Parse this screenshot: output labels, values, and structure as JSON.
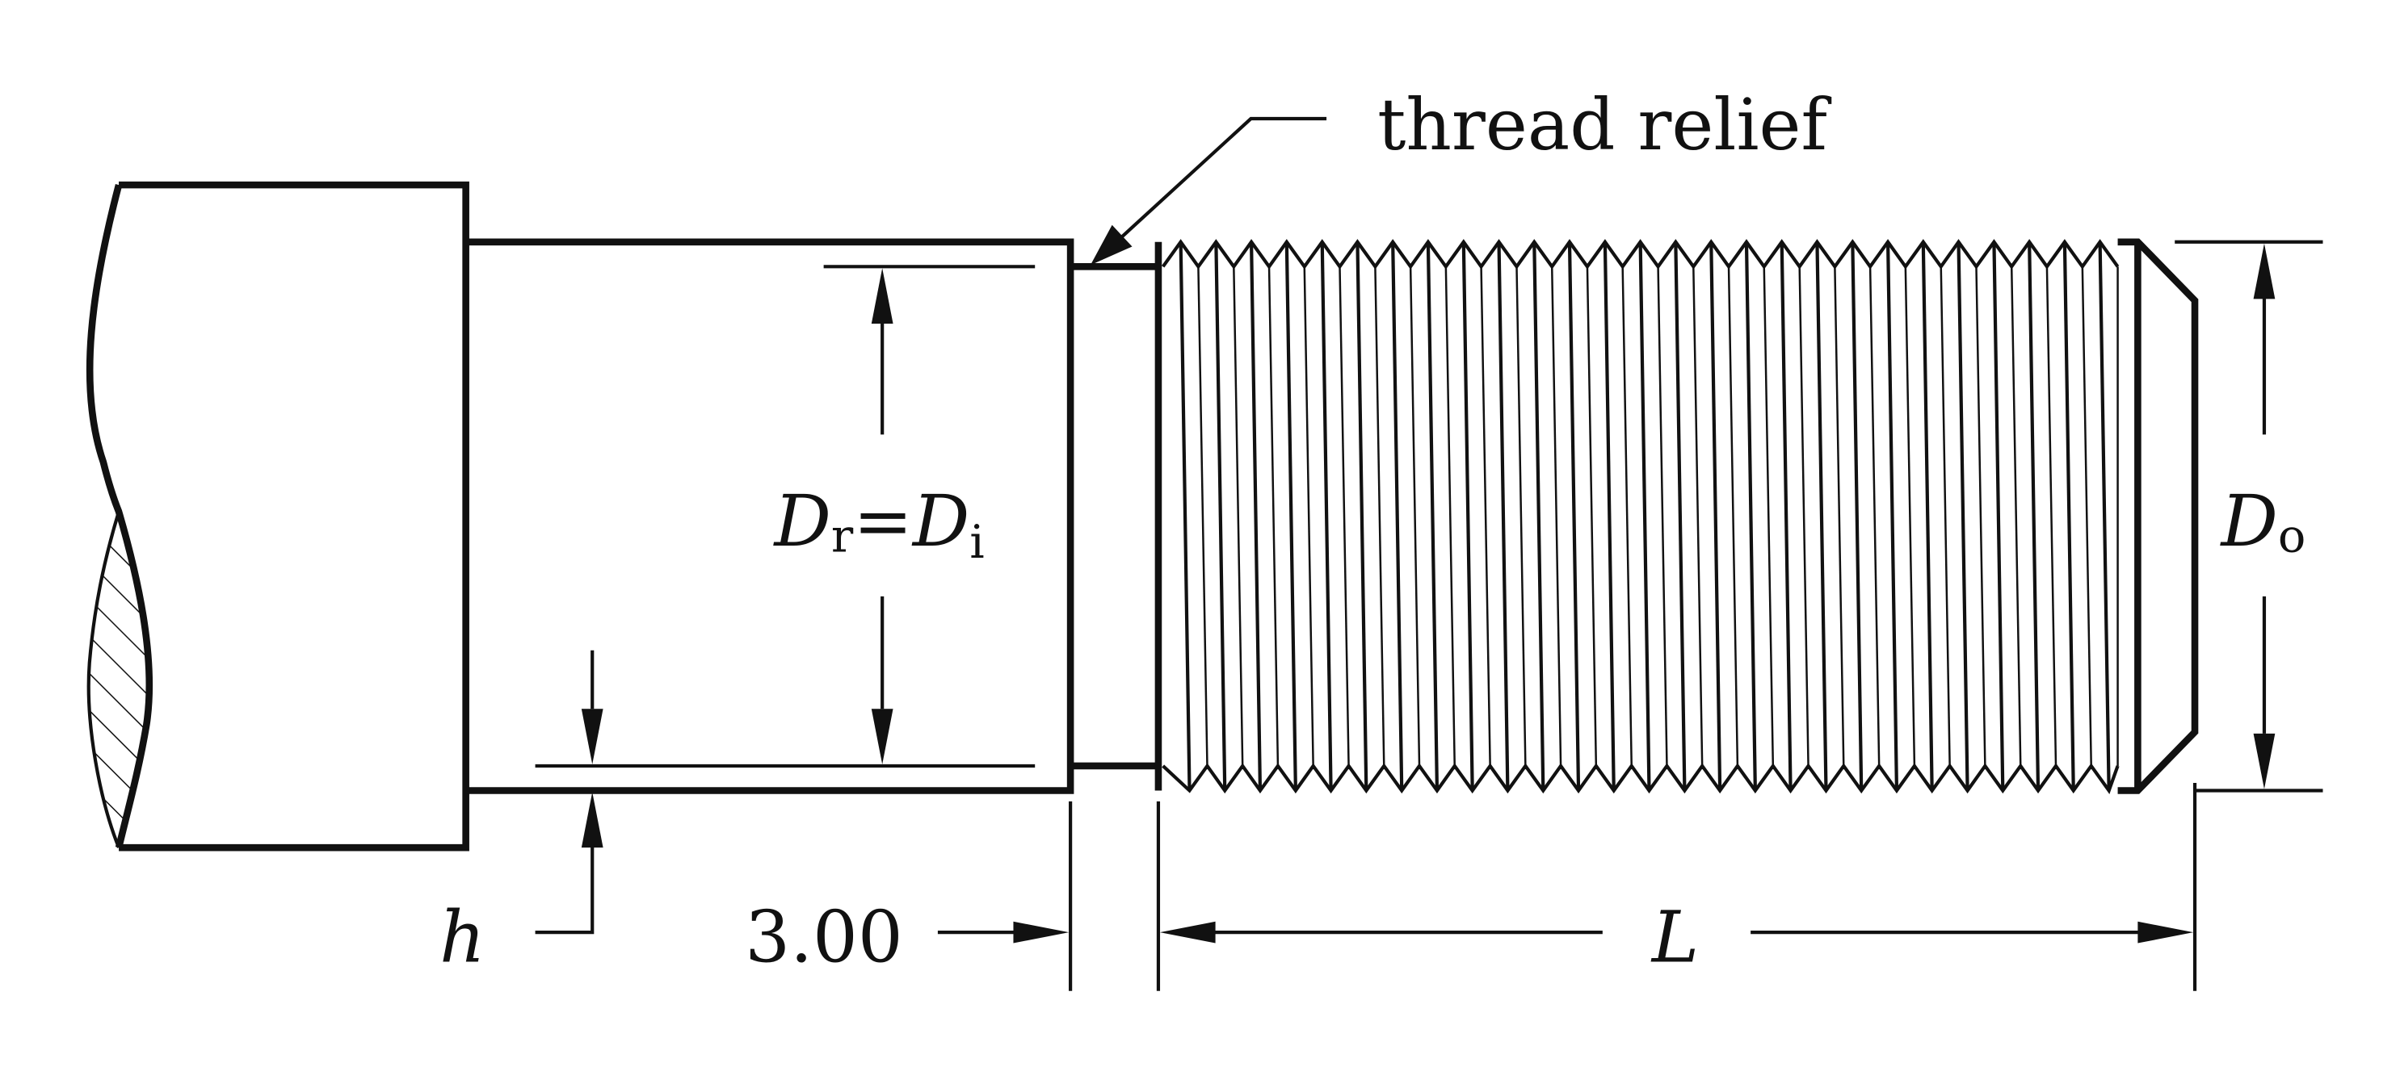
{
  "labels": {
    "thread_relief": "thread relief",
    "dr_main": "D",
    "dr_sub": "r",
    "equals": "=",
    "di_main": "D",
    "di_sub": "i",
    "do_main": "D",
    "do_sub": "o",
    "h": "h",
    "dimension_value": "3.00",
    "L": "L"
  },
  "colors": {
    "line": "#111111",
    "background": "#ffffff"
  }
}
